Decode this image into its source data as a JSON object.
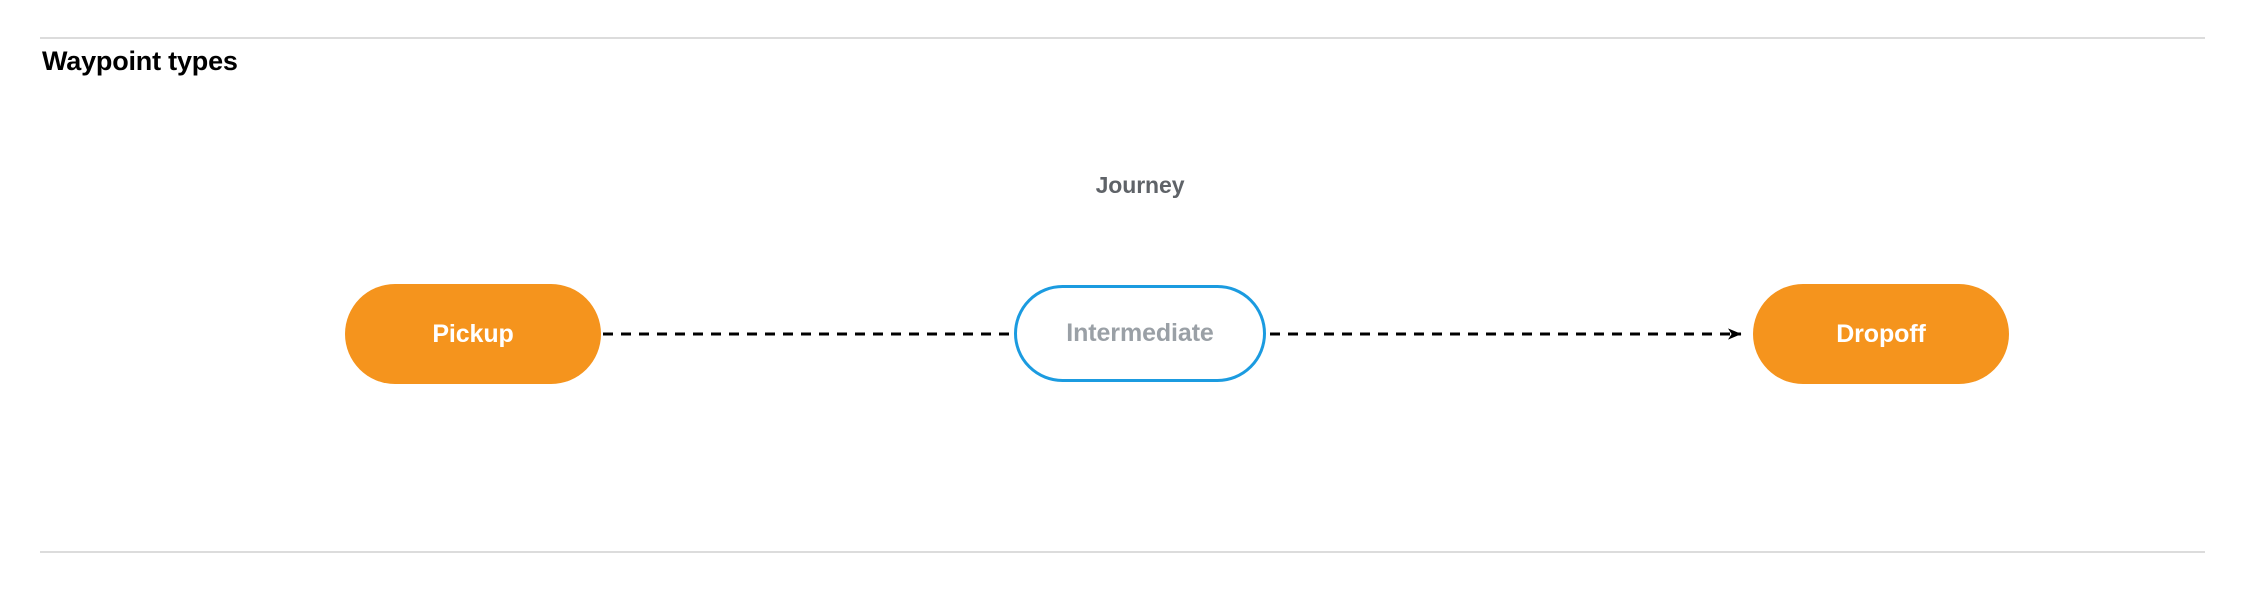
{
  "page": {
    "title": "Waypoint types"
  },
  "diagram": {
    "label": "Journey",
    "nodes": [
      {
        "id": "pickup",
        "label": "Pickup",
        "kind": "terminal",
        "fill": "#f5941d",
        "text_color": "#ffffff"
      },
      {
        "id": "intermediate",
        "label": "Intermediate",
        "kind": "optional",
        "fill": "#ffffff",
        "border_color": "#1b9be0",
        "text_color": "#9aa0a6"
      },
      {
        "id": "dropoff",
        "label": "Dropoff",
        "kind": "terminal",
        "fill": "#f5941d",
        "text_color": "#ffffff"
      }
    ],
    "edges": [
      {
        "from": "pickup",
        "to": "intermediate",
        "style": "dashed",
        "arrow": false,
        "color": "#000000"
      },
      {
        "from": "intermediate",
        "to": "dropoff",
        "style": "dashed",
        "arrow": true,
        "color": "#000000"
      }
    ]
  },
  "colors": {
    "terminal_orange": "#f5941d",
    "intermediate_blue": "#1b9be0",
    "muted_text": "#9aa0a6",
    "label_gray": "#5f6368",
    "divider": "#dcdcdc",
    "background": "#ffffff"
  }
}
